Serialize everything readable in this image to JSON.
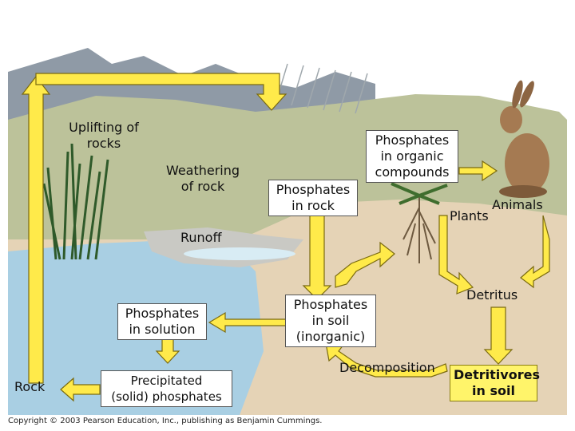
{
  "diagram": {
    "labels": {
      "uplifting": [
        "Uplifting of",
        "rocks"
      ],
      "weathering": [
        "Weathering",
        "of rock"
      ],
      "runoff": "Runoff",
      "plants": "Plants",
      "animals": "Animals",
      "decomposition": "Decomposition",
      "rock": "Rock",
      "detritus": "Detritus"
    },
    "boxes": {
      "phos_rock": [
        "Phosphates",
        "in rock"
      ],
      "phos_organic": [
        "Phosphates",
        "in organic",
        "compounds"
      ],
      "phos_solution": [
        "Phosphates",
        "in solution"
      ],
      "phos_soil": [
        "Phosphates",
        "in soil",
        "(inorganic)"
      ],
      "precipitated": [
        "Precipitated",
        "(solid) phosphates"
      ],
      "detritivores": [
        "Detritivores",
        "in soil"
      ]
    },
    "copyright": "Copyright © 2003 Pearson Education, Inc., publishing as Benjamin Cummings."
  },
  "colors": {
    "sky": "#ffffff",
    "mountains": "#8f9aa6",
    "hill": "#bcc29a",
    "ground": "#e5d3b6",
    "water": "#a9cfe3",
    "arrow": "#ffea4a",
    "arrow_stroke": "#7a6a10"
  }
}
